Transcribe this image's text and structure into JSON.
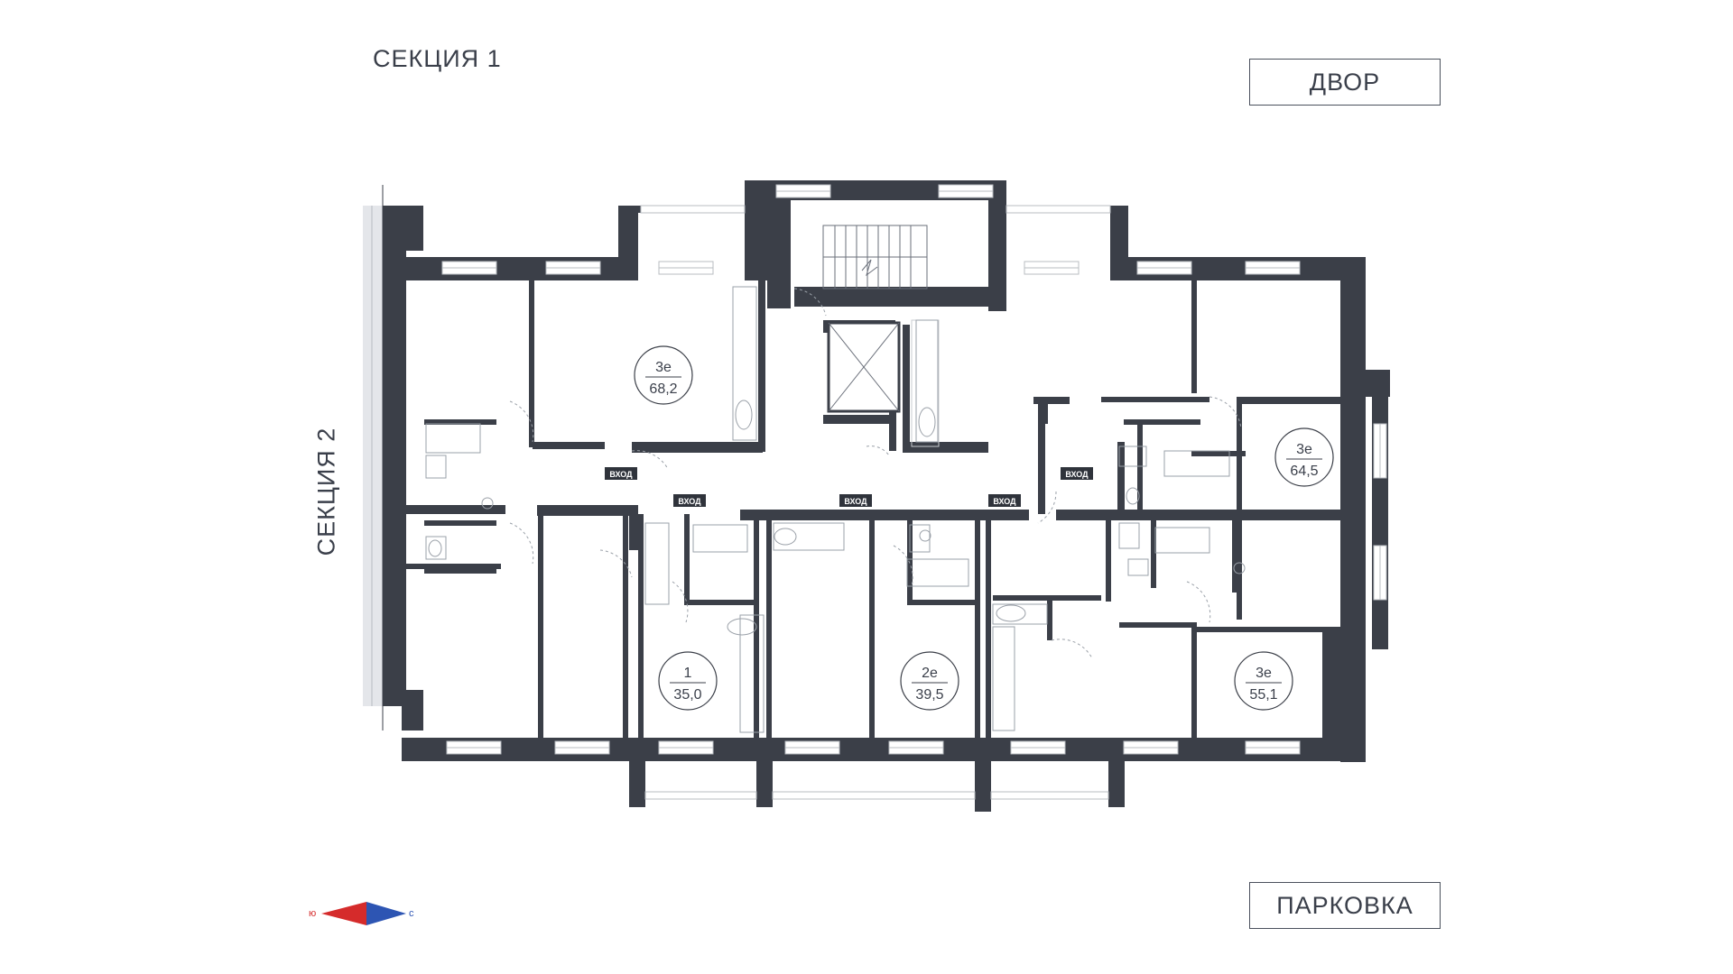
{
  "labels": {
    "section1": "СЕКЦИЯ 1",
    "section2": "СЕКЦИЯ 2",
    "yard": "ДВОР",
    "parking": "ПАРКОВКА",
    "entrance": "ВХОД"
  },
  "apartments": [
    {
      "rooms": "3е",
      "area": "68,2"
    },
    {
      "rooms": "3е",
      "area": "64,5"
    },
    {
      "rooms": "1",
      "area": "35,0"
    },
    {
      "rooms": "2е",
      "area": "39,5"
    },
    {
      "rooms": "3е",
      "area": "55,1"
    }
  ],
  "compass": {
    "south": "ю",
    "north": "с",
    "south_color": "#d52b2b",
    "north_color": "#2d55b3"
  },
  "colors": {
    "wall": "#3b3f48",
    "window": "#b9bcc2",
    "fixture": "#c9ccd1",
    "badge_bg": "#2f333b",
    "corridor_glass": "#dfe3ea"
  }
}
